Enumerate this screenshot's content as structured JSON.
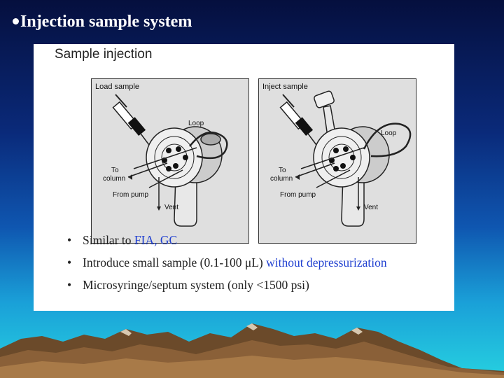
{
  "slide": {
    "title": "Injection sample system"
  },
  "panel": {
    "heading": "Sample injection",
    "load_diagram": {
      "box_label": "Load sample",
      "loop_label": "Loop",
      "to_label": "To",
      "column_label": "column",
      "from_pump_label": "From pump",
      "vent_label": "Vent"
    },
    "inject_diagram": {
      "box_label": "Inject sample",
      "loop_label": "Loop",
      "to_label": "To",
      "column_label": "column",
      "from_pump_label": "From pump",
      "vent_label": "Vent"
    },
    "bullets": [
      {
        "mark": "•",
        "text": "Similar to ",
        "highlight": "FIA, GC"
      },
      {
        "mark": "•",
        "text": "Introduce small sample (0.1-100 μL) ",
        "highlight": "without depressurization"
      },
      {
        "mark": "•",
        "text": "Microsyringe/septum system (only <1500 psi)",
        "highlight": ""
      }
    ]
  },
  "colors": {
    "highlight": "#1f3fd0",
    "panel_bg": "#ffffff",
    "diagram_bg": "#dfdfdf"
  }
}
